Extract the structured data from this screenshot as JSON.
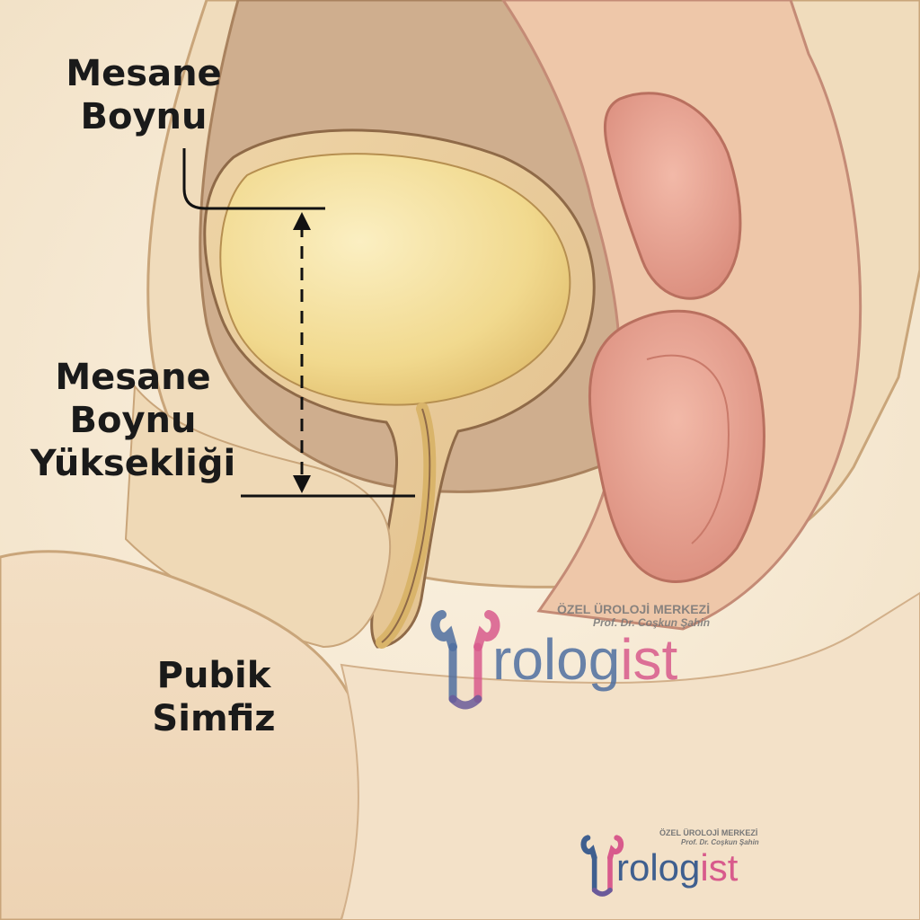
{
  "labels": {
    "bladder_neck": [
      "Mesane",
      "Boynu"
    ],
    "bladder_neck_height": [
      "Mesane",
      "Boynu",
      "Yükseklı̇ği"
    ],
    "pubic_symphysis": [
      "Pubik",
      "Simfiz"
    ]
  },
  "watermark": {
    "clinic": "ÖZEL ÜROLOJİ MERKEZİ",
    "doctor": "Prof. Dr. Coşkun Şahin",
    "brand_rest": "rologist",
    "brand_accent": "ist",
    "brand_plain": "rolog",
    "icon": "kidney-ureter-logo-icon"
  },
  "colors": {
    "background": "#f7ecd9",
    "bladder": "#f2dc9a",
    "tissue": "#ecd1a4",
    "rectum": "#e9a89a",
    "logo_blue": "#3f5f8f",
    "logo_pink": "#d85a8c"
  }
}
